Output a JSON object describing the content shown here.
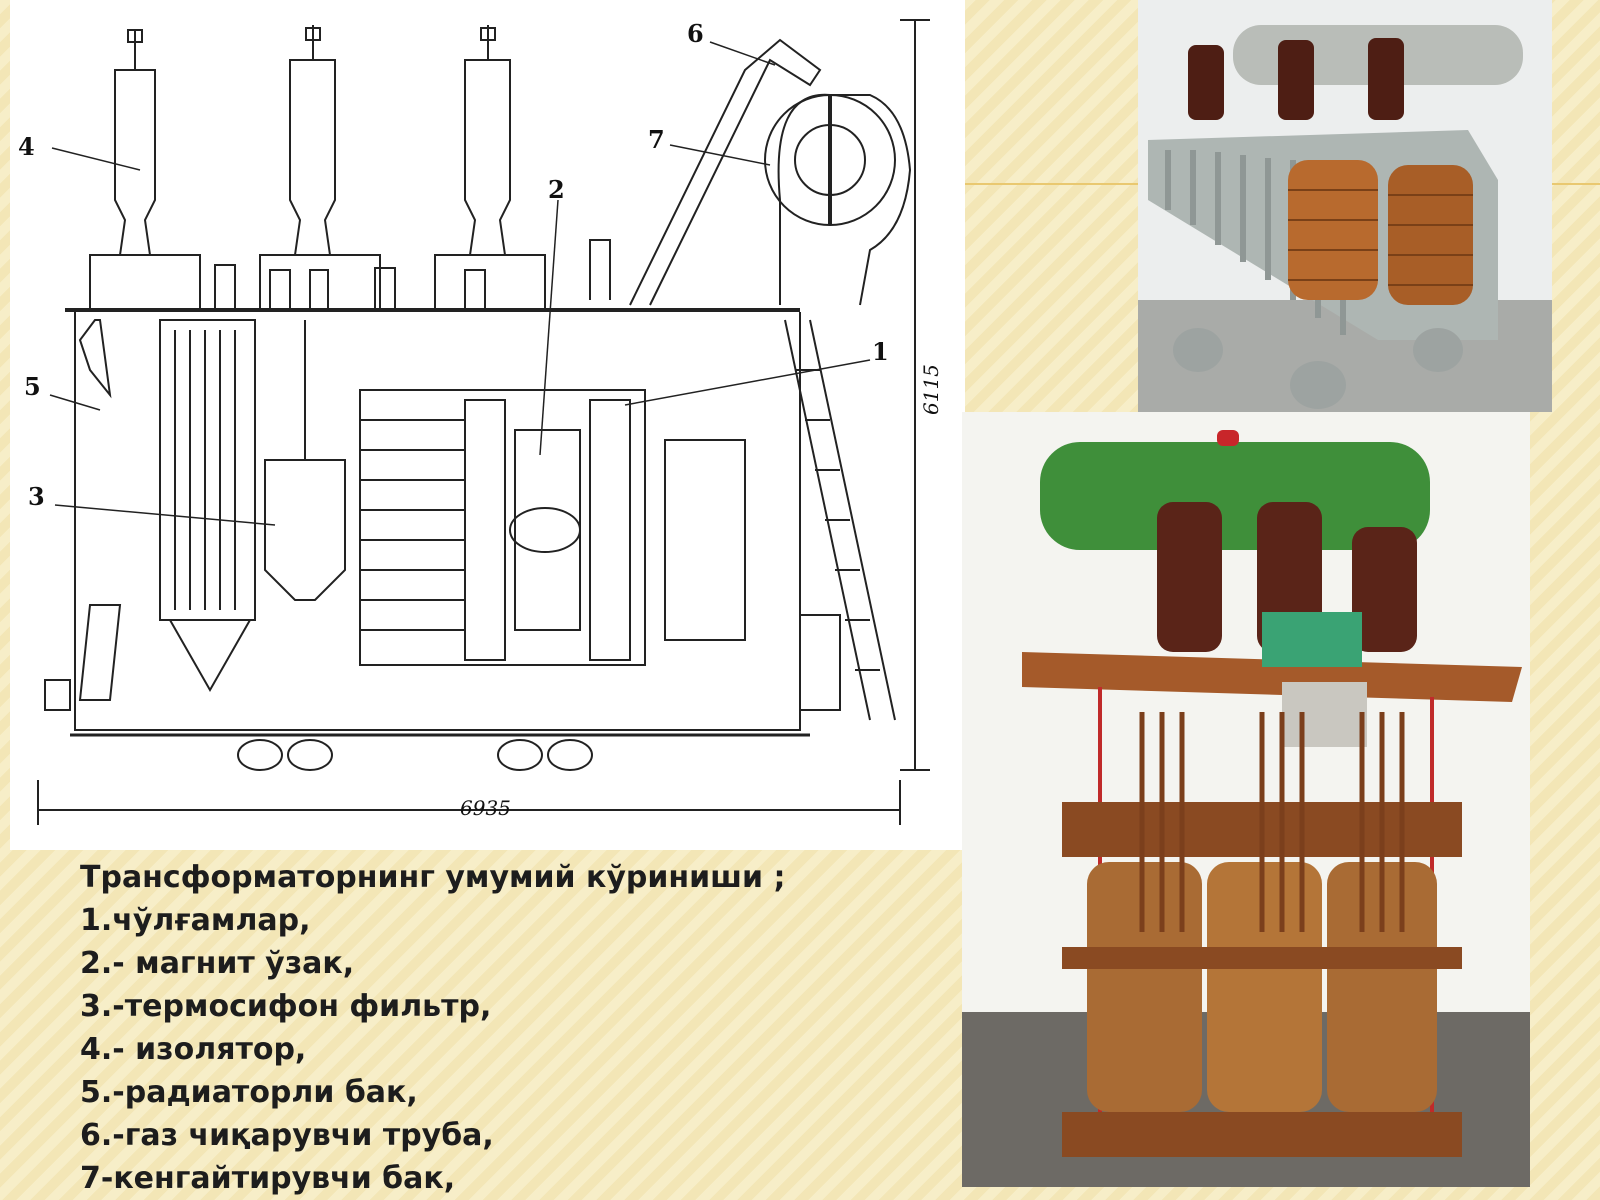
{
  "drawing": {
    "labels": {
      "n1": "1",
      "n2": "2",
      "n3": "3",
      "n4": "4",
      "n5": "5",
      "n6": "6",
      "n7": "7"
    },
    "dimensions": {
      "width": "6935",
      "height": "6115"
    }
  },
  "caption": {
    "title": "Трансформаторнинг умумий кўриниши ;",
    "items": [
      "1.чўлғамлар,",
      "2.- магнит ўзак,",
      "3.-термосифон фильтр,",
      "4.- изолятор,",
      "5.-радиаторли бак,",
      "6.-газ чиқарувчи труба,",
      "7-кенгайтирувчи бак,"
    ]
  },
  "colors": {
    "background": "#f7eec8",
    "caption_text": "#1d1d1d",
    "tank_grey": "#b8bfbe",
    "copper": "#b86a2e",
    "green_tank": "#3f8f3a",
    "brown_insulator": "#5a2418"
  },
  "icons": [
    "transformer-drawing",
    "transformer-photo-cutaway",
    "transformer-photo-model"
  ]
}
